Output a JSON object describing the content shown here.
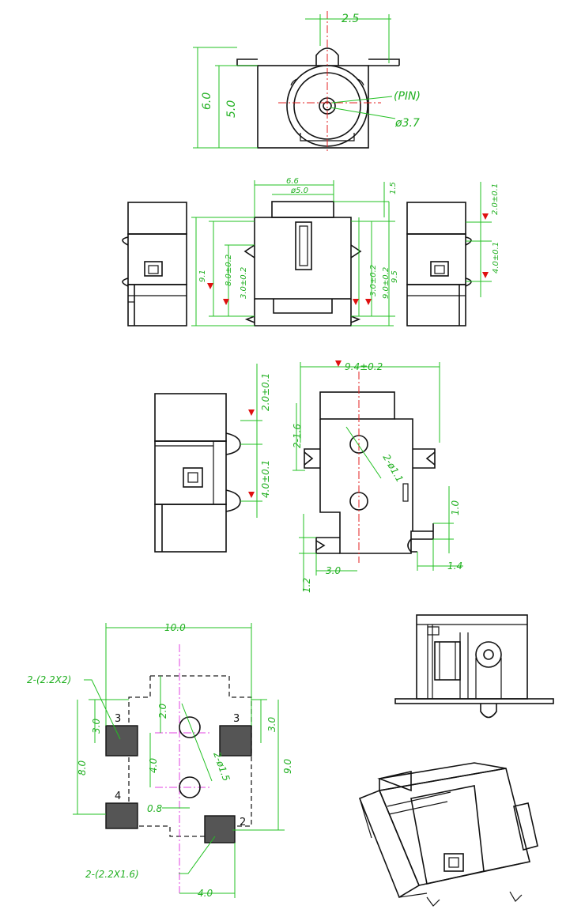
{
  "top_view": {
    "width_dim": "2.5",
    "height_outer": "6.0",
    "height_inner": "5.0",
    "pin_label": "(PIN)",
    "diameter_label": "ø3.7"
  },
  "front_view": {
    "top_width": "6.6",
    "bore": "ø5.0",
    "top_offset": "1.5",
    "left_total": "9.1",
    "left_tol_a": "8.0±0.2",
    "left_tol_b": "3.0±0.2",
    "right_tol_a": "3.0±0.2",
    "right_tol_b": "9.0±0.2",
    "right_total": "9.5",
    "side_tol_a": "2.0±0.1",
    "side_tol_b": "4.0±0.1"
  },
  "mid_view": {
    "left_tol_a": "2.0±0.1",
    "left_tol_b": "4.0±0.1",
    "width_tol": "9.4±0.2",
    "peg_offset": "2-1.6",
    "peg_dia": "2-ø1.1",
    "right_small": "1.0",
    "bottom_left": "1.2",
    "bottom_mid": "3.0",
    "bottom_right": "1.4"
  },
  "footprint": {
    "total_width": "10.0",
    "pad_label_top": "2-(2.2X2)",
    "left_pitch": "3.0",
    "left_total": "8.0",
    "center_top": "2.0",
    "center_mid": "4.0",
    "right_pitch": "3.0",
    "right_total": "9.0",
    "hole_dia": "2-ø1.5",
    "offset": "0.8",
    "pad_label_bottom": "2-(2.2X1.6)",
    "bottom_width": "4.0",
    "pins": [
      "3",
      "3",
      "4",
      "2"
    ]
  }
}
